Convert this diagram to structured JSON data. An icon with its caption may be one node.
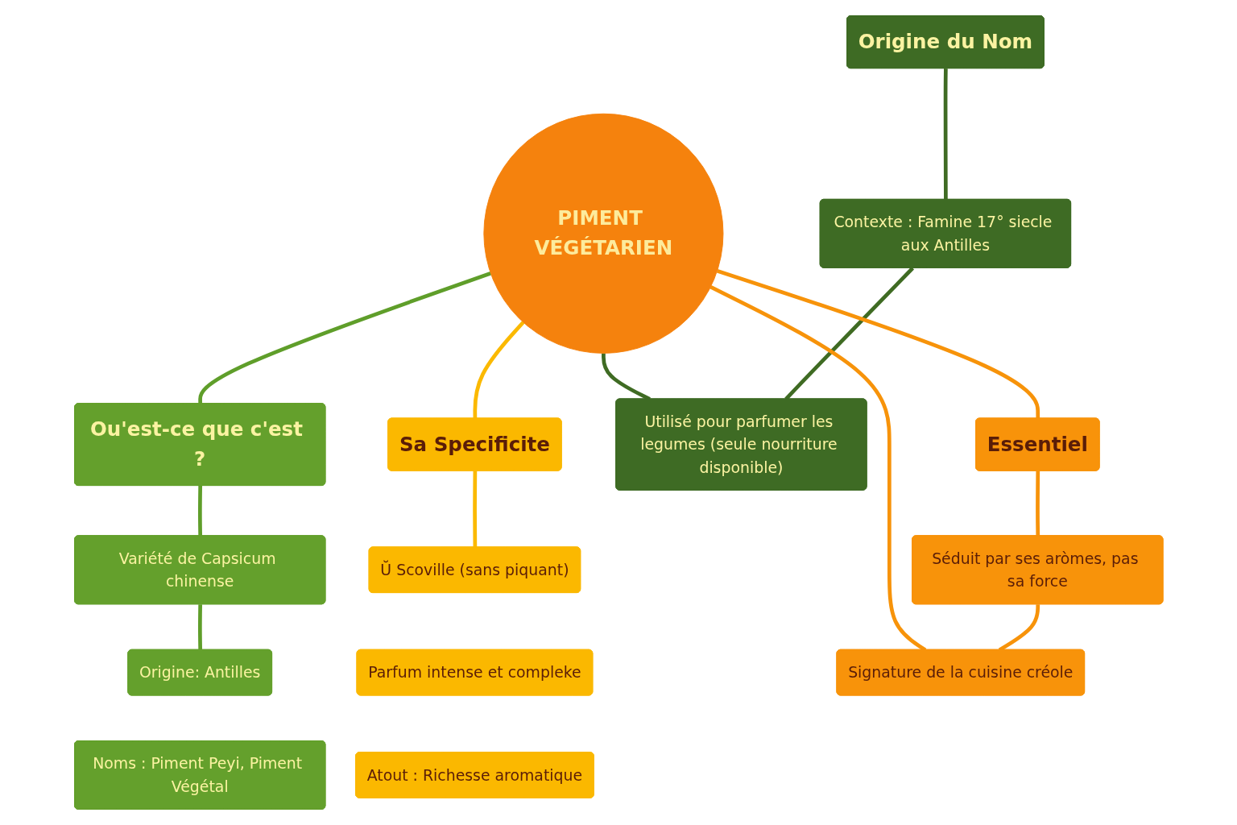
{
  "diagram": {
    "nodes": [
      {
        "text": [
          "PIMENT VÉGÉTARIEN"
        ]
      },
      {
        "text": [
          "Ou'est-ce que c'est ?"
        ]
      },
      {
        "text": [
          "Variété de Capsicum chinense"
        ]
      },
      {
        "text": [
          "Origine: Antilles"
        ]
      },
      {
        "text": [
          "Noms : Piment Peyi, Piment Végétal"
        ]
      },
      {
        "text": [
          "Sa Specificite"
        ]
      },
      {
        "text": [
          "Ŭ Scoville (sans piquant)"
        ]
      },
      {
        "text": [
          "Parfum intense et compleke"
        ]
      },
      {
        "text": [
          "Atout : Richesse aromatique"
        ]
      },
      {
        "text": [
          "Origine du Nom"
        ]
      },
      {
        "text": [
          "Contexte : Famine 17° siecle aux Antilles"
        ]
      },
      {
        "text": [
          "Utilisé pour parfumer les legumes (seule nourriture disponible)"
        ]
      },
      {
        "text": [
          "Essentiel"
        ]
      },
      {
        "text": [
          "Séduit par ses aròmes, pas sa force"
        ]
      },
      {
        "text": [
          "Signature de la cuisine créole"
        ]
      }
    ],
    "edges": [
      {
        "from": 0,
        "to": 1,
        "arrow": "none",
        "color": "#5f9e2a"
      },
      {
        "from": 1,
        "to": 2,
        "arrow": "none",
        "color": "#5f9e2a"
      },
      {
        "from": 2,
        "to": 3,
        "arrow": "none",
        "color": "#5f9e2a"
      },
      {
        "from": 0,
        "to": 5,
        "arrow": "none",
        "color": "#fbb900"
      },
      {
        "from": 5,
        "to": 6,
        "arrow": "none",
        "color": "#fbb900"
      },
      {
        "from": 0,
        "to": 11,
        "arrow": "none",
        "color": "#3f6b23"
      },
      {
        "from": 9,
        "to": 10,
        "arrow": "none",
        "color": "#3f6b23"
      },
      {
        "from": 10,
        "to": 11,
        "arrow": "none",
        "color": "#3f6b23"
      },
      {
        "from": 0,
        "to": 12,
        "arrow": "none"
      },
      {
        "from": 0,
        "to": 14,
        "arrow": "none"
      },
      {
        "from": 12,
        "to": 13,
        "arrow": "none"
      },
      {
        "from": 13,
        "to": 14,
        "arrow": "none"
      }
    ]
  }
}
